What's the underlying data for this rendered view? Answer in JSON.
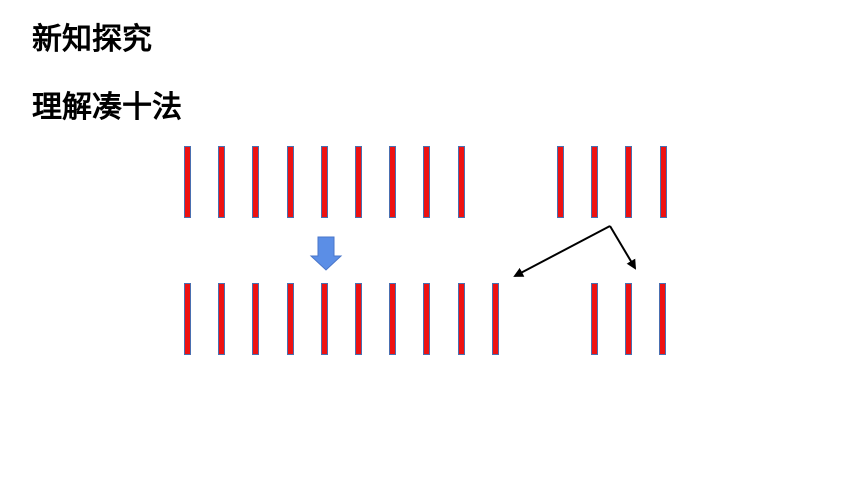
{
  "slide": {
    "section_title": "新知探究",
    "topic_title": "理解凑十法"
  },
  "counters": {
    "top_row_left_count": 9,
    "top_row_right_count": 4,
    "bottom_row_left_count": 10,
    "bottom_row_right_count": 3
  },
  "colors": {
    "stick_fill": "#ee1111",
    "stick_outline": "#4a6fb0",
    "down_arrow": "#5b8ee6",
    "split_arrow": "#000000"
  },
  "icons": {
    "down_arrow": "down-arrow-icon",
    "split_arrow": "split-arrow-icon"
  }
}
